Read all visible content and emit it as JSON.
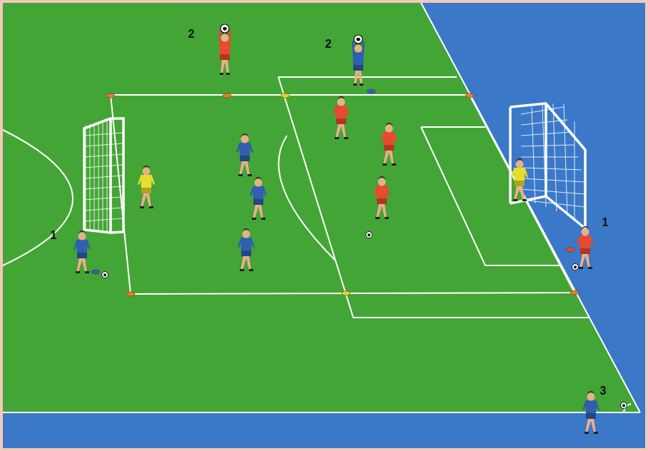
{
  "diagram": {
    "labels": [
      "2",
      "2",
      "1",
      "1",
      "3"
    ]
  }
}
